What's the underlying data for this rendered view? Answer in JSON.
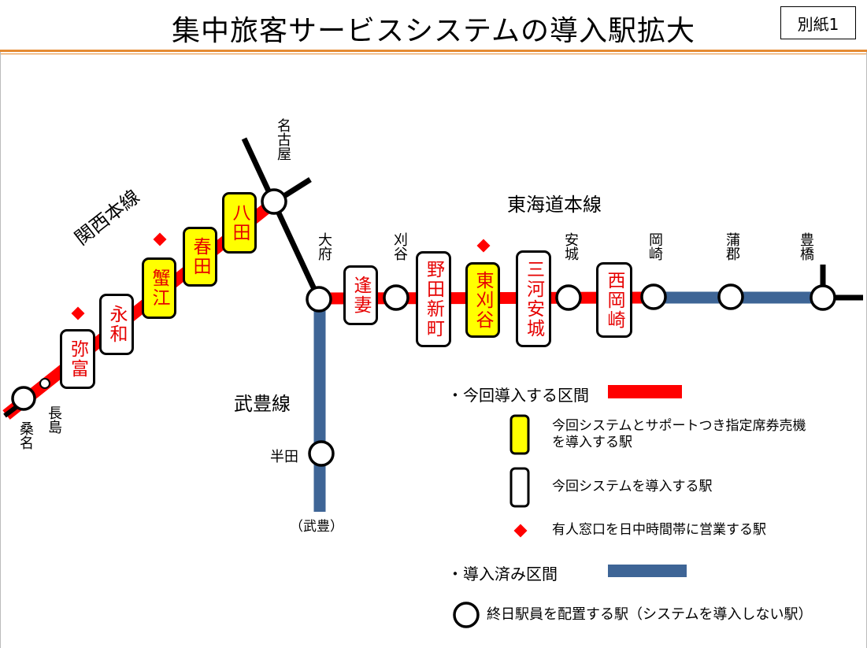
{
  "header": {
    "title": "集中旅客サービスシステムの導入駅拡大",
    "appendix": "別紙1"
  },
  "lines": {
    "kansai": "関西本線",
    "tokaido": "東海道本線",
    "taketoyo": "武豊線"
  },
  "stations": {
    "nagoya": "名古屋",
    "kuwana": "桑名",
    "nagashima": "長島",
    "obu": "大府",
    "kariya": "刈谷",
    "anjo": "安城",
    "okazaki": "岡崎",
    "gamagori": "蒲郡",
    "toyohashi": "豊橋",
    "handa": "半田",
    "taketoyo": "（武豊）"
  },
  "boxed_stations": {
    "yatomi": "弥富",
    "eiwa": "永和",
    "kanie": "蟹江",
    "haruta": "春田",
    "hatta": "八田",
    "ouma": "逢妻",
    "noda_shinmachi": "野田新町",
    "higashi_kariya": "東刈谷",
    "mikawa_anjo": "三河安城",
    "nishi_okazaki": "西岡崎"
  },
  "legend": {
    "new_section": "・今回導入する区間",
    "yellow_station_line1": "今回システムとサポートつき指定席券売機",
    "yellow_station_line2": "を導入する駅",
    "white_station": "今回システムを導入する駅",
    "staffed_window": "有人窓口を日中時間帯に営業する駅",
    "existing_section": "・導入済み区間",
    "full_staff": "終日駅員を配置する駅（システムを導入しない駅）"
  },
  "colors": {
    "new_section": "#ff0000",
    "existing_section": "#3e6596",
    "yellow_box": "#ffff00",
    "station_text": "#e60000",
    "rule": "#e58a32"
  }
}
